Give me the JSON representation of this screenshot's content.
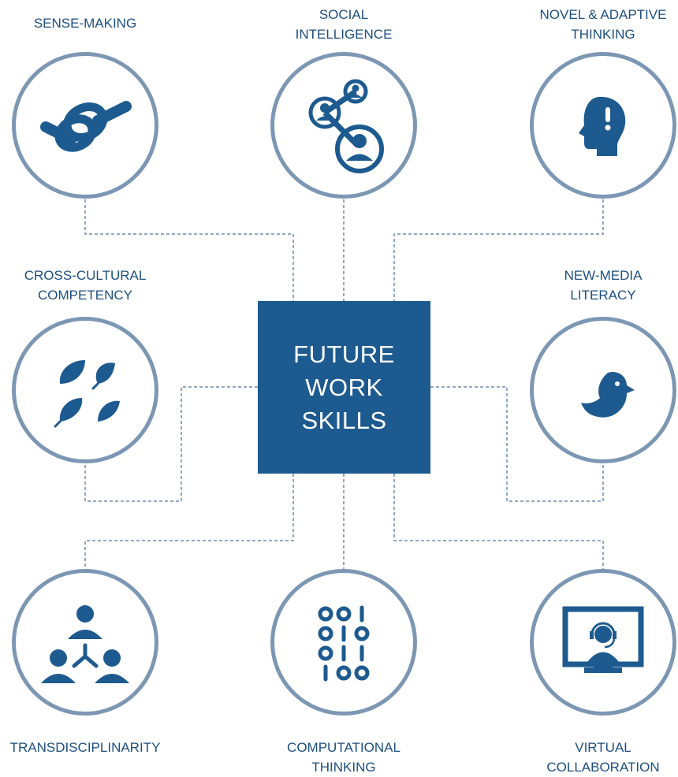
{
  "colors": {
    "primary": "#1d5a8f",
    "text": "#1d4f7f",
    "ring": "#7c97b3",
    "connector": "#6b8cad"
  },
  "center": {
    "lines": [
      "FUTURE",
      "WORK",
      "SKILLS"
    ]
  },
  "skills": [
    {
      "id": "sense-making",
      "icon": "knot-icon",
      "lines": [
        "SENSE-MAKING"
      ]
    },
    {
      "id": "social-intelligence",
      "icon": "social-network-icon",
      "lines": [
        "SOCIAL",
        "INTELLIGENCE"
      ]
    },
    {
      "id": "novel-adaptive-thinking",
      "icon": "head-exclamation-icon",
      "lines": [
        "NOVEL & ADAPTIVE",
        "THINKING"
      ]
    },
    {
      "id": "cross-cultural-competency",
      "icon": "leaves-icon",
      "lines": [
        "CROSS-CULTURAL",
        "COMPETENCY"
      ]
    },
    {
      "id": "new-media-literacy",
      "icon": "bird-icon",
      "lines": [
        "NEW-MEDIA",
        "LITERACY"
      ]
    },
    {
      "id": "transdisciplinarity",
      "icon": "team-network-icon",
      "lines": [
        "TRANSDISCIPLINARITY"
      ]
    },
    {
      "id": "computational-thinking",
      "icon": "binary-code-icon",
      "lines": [
        "COMPUTATIONAL",
        "THINKING"
      ]
    },
    {
      "id": "virtual-collaboration",
      "icon": "headset-monitor-icon",
      "lines": [
        "VIRTUAL",
        "COLLABORATION"
      ]
    }
  ]
}
